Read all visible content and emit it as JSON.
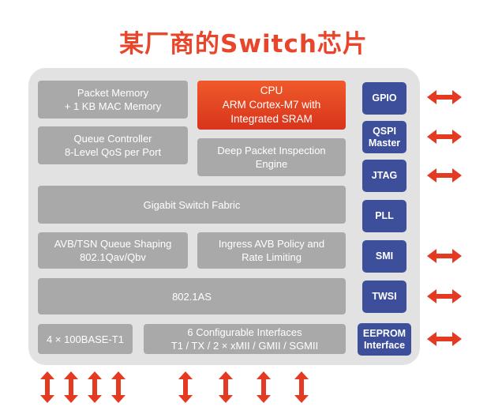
{
  "title": "某厂商的Switch芯片",
  "blocks": {
    "packet_memory": [
      "Packet Memory",
      "+ 1 KB MAC Memory"
    ],
    "cpu": [
      "CPU",
      "ARM Cortex-M7 with",
      "Integrated SRAM"
    ],
    "queue_controller": [
      "Queue Controller",
      "8-Level QoS per Port"
    ],
    "dpi": [
      "Deep Packet Inspection",
      "Engine"
    ],
    "fabric": [
      "Gigabit Switch Fabric"
    ],
    "avb_queue": [
      "AVB/TSN Queue Shaping",
      "802.1Qav/Qbv"
    ],
    "ingress": [
      "Ingress AVB Policy and",
      "Rate Limiting"
    ],
    "as": [
      "802.1AS"
    ],
    "base_t1": [
      "4 × 100BASE-T1"
    ],
    "configurable": [
      "6 Configurable Interfaces",
      "T1 / TX / 2 × xMII / GMII / SGMII"
    ]
  },
  "side": {
    "gpio": [
      "GPIO"
    ],
    "qspi": [
      "QSPI",
      "Master"
    ],
    "jtag": [
      "JTAG"
    ],
    "pll": [
      "PLL"
    ],
    "smi": [
      "SMI"
    ],
    "twsi": [
      "TWSI"
    ],
    "eeprom": [
      "EEPROM",
      "Interface"
    ]
  },
  "colors": {
    "title": "#e8452a",
    "panel": "#e2e2e2",
    "block": "#a9a9a9",
    "cpu": "#e2401f",
    "side": "#3d4f9a",
    "arrow": "#e53a22"
  },
  "icons": {
    "horizontal_arrow": "double-headed-horizontal-arrow",
    "vertical_arrow": "double-headed-vertical-arrow"
  }
}
